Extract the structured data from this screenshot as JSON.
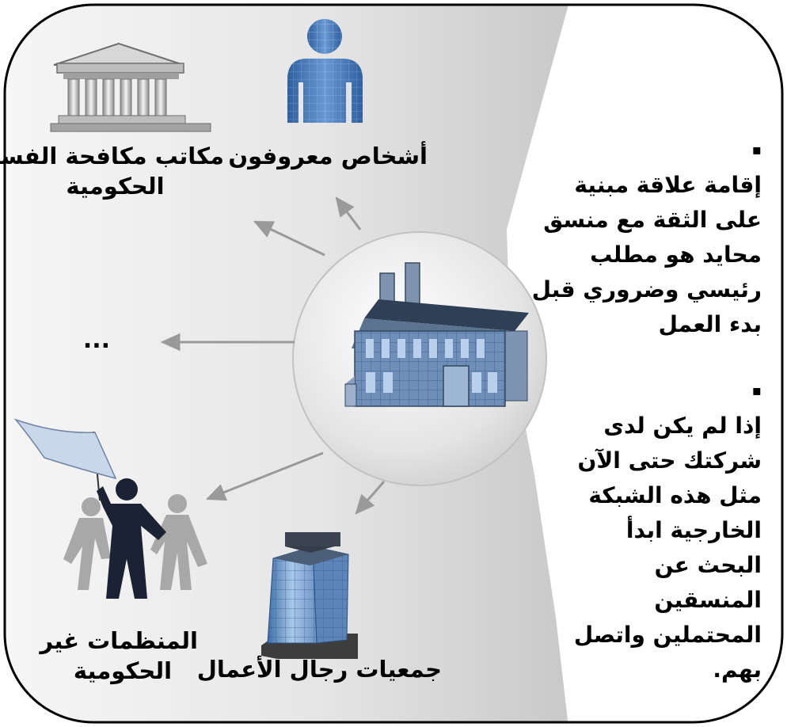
{
  "nodes": {
    "people": "أشخاص معروفون",
    "anticorruption_line1": "مكاتب مكافحة الفساد",
    "anticorruption_line2": "الحكومية",
    "ellipsis": "...",
    "ngo_line1": "المنظمات غير",
    "ngo_line2": "الحكومية",
    "business": "جمعيات رجال الأعمال"
  },
  "notes": {
    "bullet": "▪",
    "first": [
      "إقامة علاقة مبنية",
      "على الثقة مع منسق",
      "محايد هو مطلب",
      "رئيسي وضروري قبل",
      "بدء العمل"
    ],
    "second": [
      "إذا لم يكن لدى",
      "شركتك حتى الآن",
      "مثل هذه الشبكة",
      "الخارجية ابدأ",
      "البحث عن",
      "المنسقين",
      "المحتملين واتصل",
      "بهم."
    ]
  }
}
